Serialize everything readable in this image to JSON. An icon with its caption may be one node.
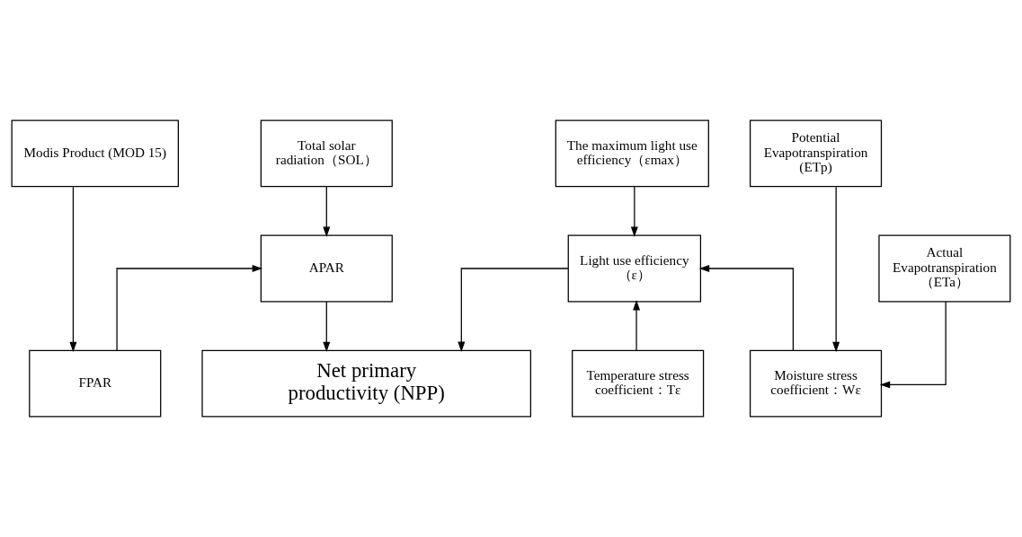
{
  "diagram": {
    "nodes": [
      {
        "text": [
          "Total solar radiation（SOL）"
        ]
      },
      {
        "text": [
          "Modis Product (MOD 15)"
        ]
      },
      {
        "text": [
          "The maximum light use efficiency（εmax）"
        ]
      },
      {
        "text": [
          "Potential Evapotranspiration (ETp)"
        ]
      },
      {
        "text": [
          "FPAR"
        ]
      },
      {
        "text": [
          "Temperature stress coefficient：Tε"
        ]
      },
      {
        "text": [
          "Moisture stress coefficient：Wε"
        ]
      },
      {
        "text": [
          "APAR"
        ]
      },
      {
        "text": [
          "Light use efficiency （ε）"
        ]
      },
      {
        "text": [
          "Actual Evapotranspiration （ETa）"
        ]
      },
      {
        "text": [
          "Net primary productivity (NPP)"
        ]
      }
    ],
    "edges": [
      {
        "from": 0,
        "to": 7,
        "arrow": "to"
      },
      {
        "from": 1,
        "to": 4,
        "arrow": "to"
      },
      {
        "from": 4,
        "to": 7,
        "arrow": "to"
      },
      {
        "from": 2,
        "to": 8,
        "arrow": "to"
      },
      {
        "from": 5,
        "to": 8,
        "arrow": "to"
      },
      {
        "from": 6,
        "to": 8,
        "arrow": "to"
      },
      {
        "from": 3,
        "to": 6,
        "arrow": "to"
      },
      {
        "from": 9,
        "to": 6,
        "arrow": "to"
      },
      {
        "from": 7,
        "to": 10,
        "arrow": "to"
      },
      {
        "from": 8,
        "to": 10,
        "arrow": "to"
      }
    ]
  }
}
